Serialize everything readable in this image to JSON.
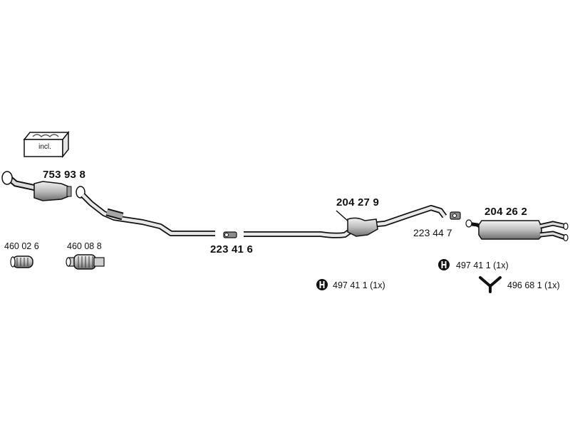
{
  "parts": {
    "kit_label": "incl.",
    "p753938": "753 93 8",
    "p460026": "460 02 6",
    "p460088": "460 08 8",
    "p223416": "223 41 6",
    "p204279": "204 27 9",
    "p223447": "223 44 7",
    "p204262": "204 26 2"
  },
  "hardware": {
    "hanger_a": "497 41 1 (1x)",
    "hanger_b": "497 41 1 (1x)",
    "bracket": "496 68 1 (1x)"
  },
  "icons": [
    "mounting-kit-icon",
    "rubber-hanger-icon",
    "y-bracket-icon"
  ],
  "colors": {
    "ink": "#111111",
    "part_fill": "#d9d9d9",
    "part_dark": "#7a7a7a"
  }
}
